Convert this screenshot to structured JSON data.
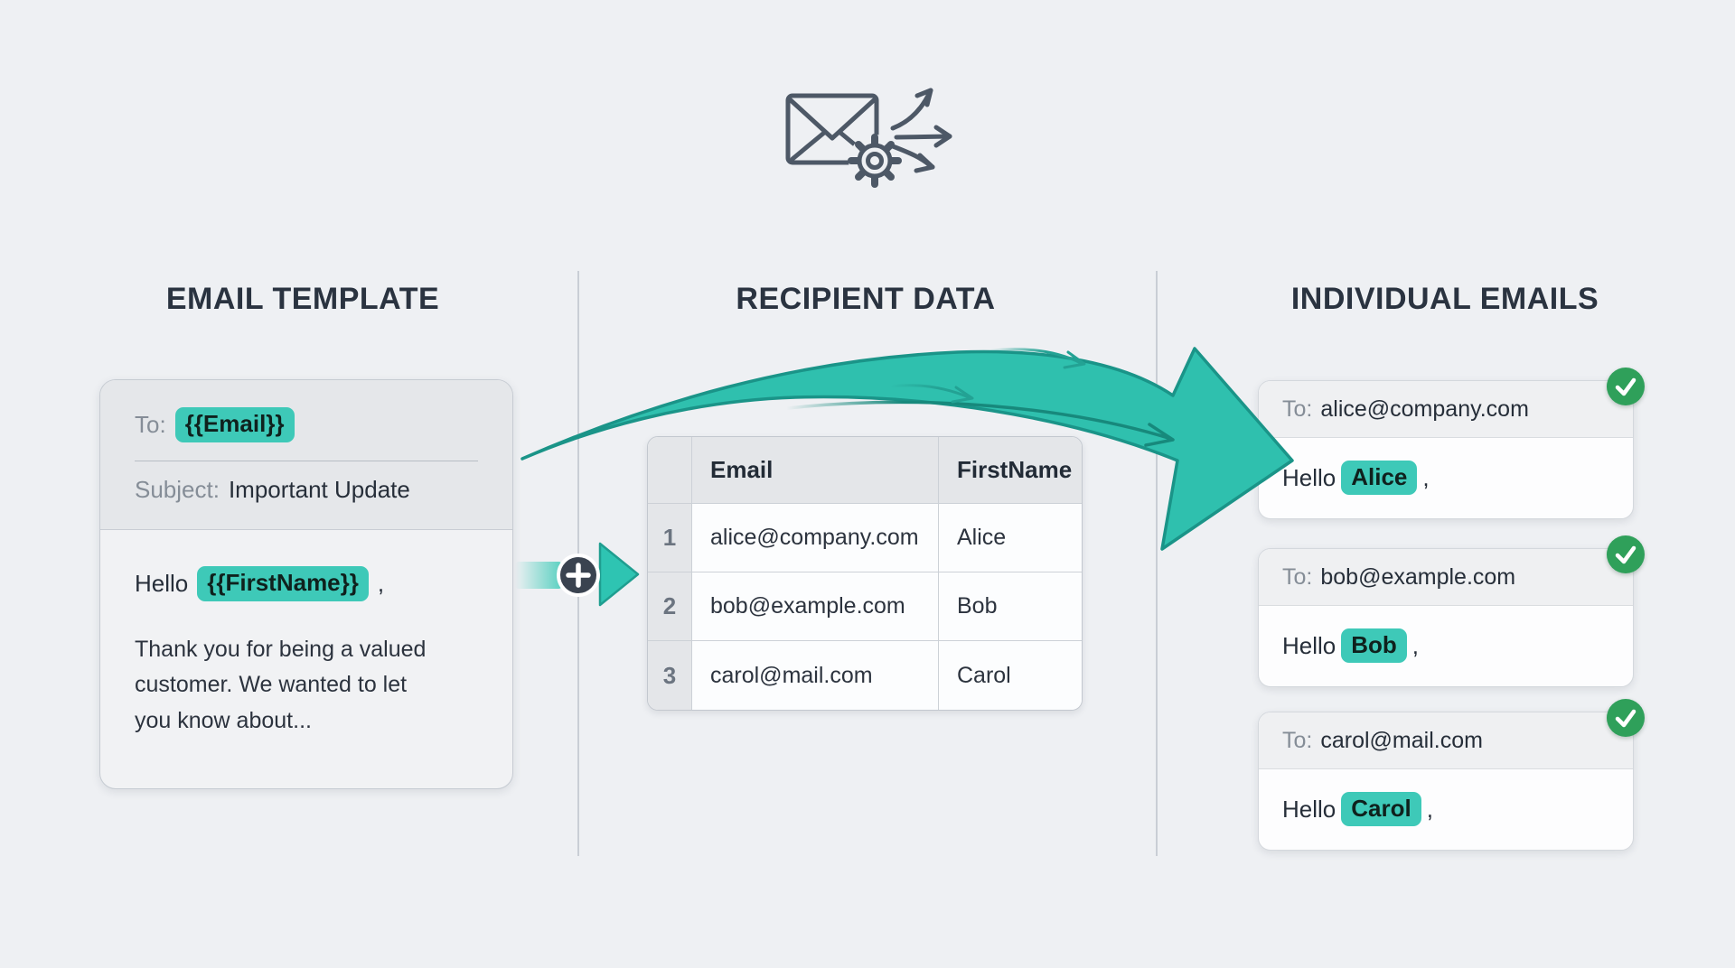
{
  "columns": [
    {
      "title": "EMAIL TEMPLATE"
    },
    {
      "title": "RECIPIENT DATA"
    },
    {
      "title": "INDIVIDUAL EMAILS"
    }
  ],
  "template_card": {
    "to_label": "To:",
    "to_value": "{{Email}}",
    "subject_label": "Subject:",
    "subject_value": "Important Update",
    "greeting_prefix": "Hello",
    "greeting_token": "{{FirstName}}",
    "greeting_suffix": ",",
    "body": "Thank you for being a valued customer. We wanted to let you know about..."
  },
  "recipient_table": {
    "columns": [
      "Email",
      "FirstName"
    ],
    "rows": [
      {
        "num": "1",
        "email": "alice@company.com",
        "first_name": "Alice"
      },
      {
        "num": "2",
        "email": "bob@example.com",
        "first_name": "Bob"
      },
      {
        "num": "3",
        "email": "carol@mail.com",
        "first_name": "Carol"
      }
    ]
  },
  "emails": [
    {
      "to_label": "To:",
      "address": "alice@company.com",
      "greeting_prefix": "Hello",
      "name": "Alice",
      "greeting_suffix": ","
    },
    {
      "to_label": "To:",
      "address": "bob@example.com",
      "greeting_prefix": "Hello",
      "name": "Bob",
      "greeting_suffix": ","
    },
    {
      "to_label": "To:",
      "address": "carol@mail.com",
      "greeting_prefix": "Hello",
      "name": "Carol",
      "greeting_suffix": ","
    }
  ],
  "icons": {
    "hero": "envelope-gear-send-icon",
    "merge": "plus-merge-icon",
    "success": "check-icon"
  },
  "colors": {
    "background": "#eef0f3",
    "accent_teal": "#3ec9b8",
    "arrow_teal": "#2fc0ae",
    "arrow_stroke": "#1a9488",
    "success_green": "#2fa05a",
    "heading": "#2a3340",
    "muted_label": "#858d97"
  }
}
